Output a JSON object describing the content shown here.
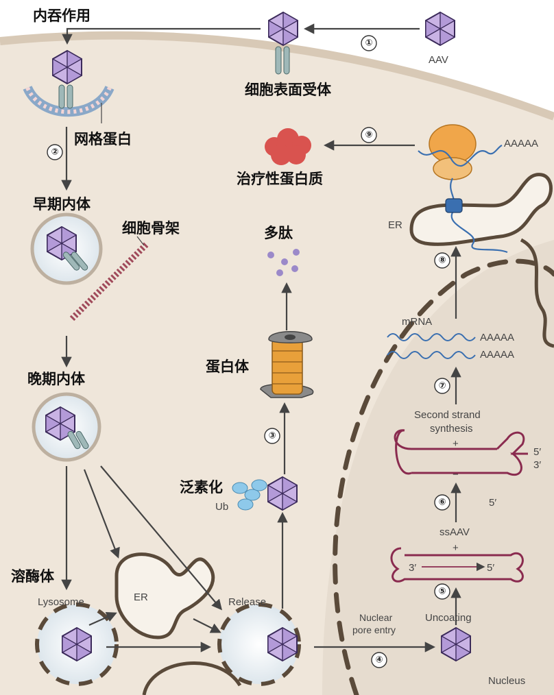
{
  "labels": {
    "endocytosis": "内吞作用",
    "aav": "AAV",
    "surface_receptor": "细胞表面受体",
    "clathrin": "网格蛋白",
    "early_endosome": "早期内体",
    "cytoskeleton": "细胞骨架",
    "late_endosome": "晚期内体",
    "lysosome_zh": "溶酶体",
    "lysosome_en": "Lysosome",
    "er_bottom": "ER",
    "release": "Release",
    "nuclear_pore_entry_1": "Nuclear",
    "nuclear_pore_entry_2": "pore entry",
    "uncoating": "Uncoating",
    "nucleus": "Nucleus",
    "ubiquitination": "泛素化",
    "ub": "Ub",
    "proteasome": "蛋白体",
    "polypeptide": "多肽",
    "therapeutic_protein": "治疗性蛋白质",
    "polyA_top": "AAAAA",
    "er_top": "ER",
    "mrna": "mRNA",
    "polyA_1": "AAAAA",
    "polyA_2": "AAAAA",
    "second_strand_1": "Second strand",
    "second_strand_2": "synthesis",
    "plus_1": "+",
    "minus": "−",
    "five_prime_a": "5′",
    "three_prime_a": "3′",
    "five_prime_b": "5′",
    "ssaav": "ssAAV",
    "plus_2": "+",
    "three_prime_c": "3′",
    "five_prime_c": "5′"
  },
  "steps": [
    "①",
    "②",
    "③",
    "④",
    "⑤",
    "⑥",
    "⑦",
    "⑧",
    "⑨"
  ],
  "colors": {
    "cytoplasm": "#efe6da",
    "membrane": "#d8c9b6",
    "nucleus": "#e6dccf",
    "capsid_fill": "#c9b3e4",
    "capsid_stroke": "#3b2a5a",
    "receptor": "#9fb8b8",
    "dna": "#8a2b4f",
    "mrna": "#3a6fb0",
    "ribosome": "#f0a64a",
    "protein": "#d9534f",
    "ub": "#8ec9ea",
    "proteasome": "#e8a03a"
  }
}
